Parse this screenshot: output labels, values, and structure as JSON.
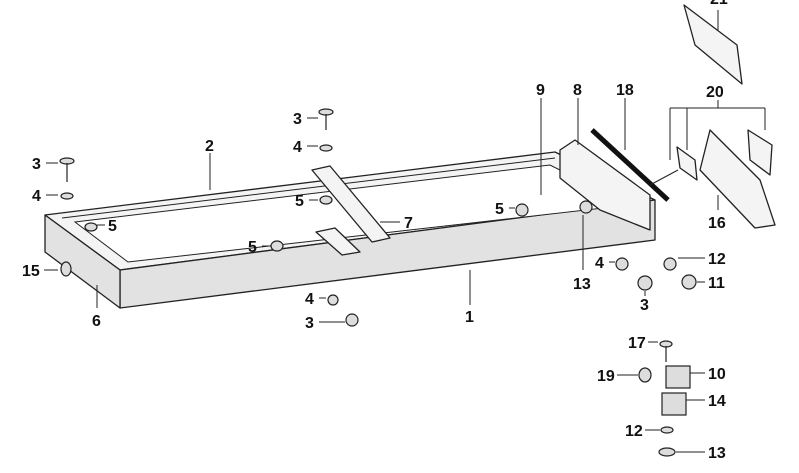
{
  "diagram": {
    "title": "Parts diagram - frame assembly",
    "labels": {
      "l21": "21",
      "l20": "20",
      "l18": "18",
      "l8": "8",
      "l9": "9",
      "l3a": "3",
      "l4a": "4",
      "l5a": "5",
      "l7": "7",
      "l2": "2",
      "l3b": "3",
      "l4b": "4",
      "l5b": "5",
      "l15": "15",
      "l6": "6",
      "l5c": "5",
      "l4c": "4",
      "l3c": "3",
      "l1": "1",
      "l5d": "5",
      "l13a": "13",
      "l4d": "4",
      "l3d": "3",
      "l12a": "12",
      "l11": "11",
      "l16": "16",
      "l17": "17",
      "l19": "19",
      "l10": "10",
      "l14": "14",
      "l12b": "12",
      "l13b": "13"
    }
  }
}
